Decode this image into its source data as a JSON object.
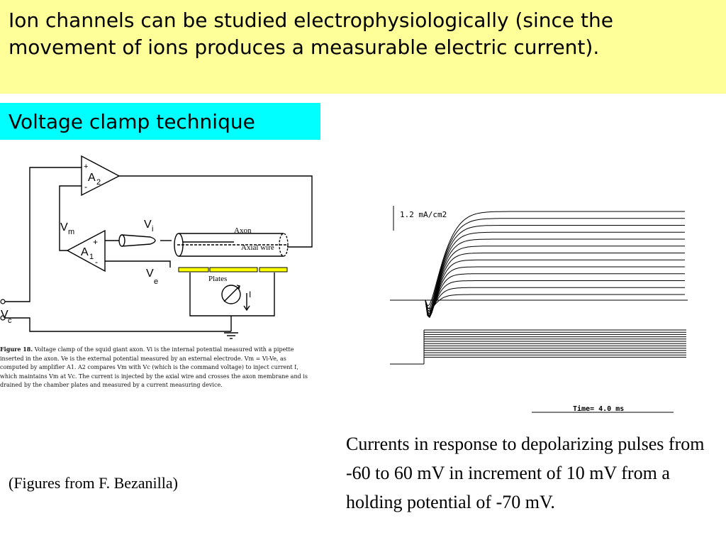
{
  "slide": {
    "title": "Ion channels can be studied electrophysiologically (since the movement of ions produces a measurable electric current).",
    "subtitle": "Voltage clamp technique",
    "credit": "(Figures from F. Bezanilla)",
    "description": "Currents in response to depolarizing pulses from -60 to 60 mV in increment of 10 mV from a holding potential of -70 mV."
  },
  "circuit": {
    "amp2_main": "A",
    "amp2_sub": "2",
    "amp1_main": "A",
    "amp1_sub": "1",
    "vm_main": "V",
    "vm_sub": "m",
    "vi_main": "V",
    "vi_sub": "i",
    "ve_main": "V",
    "ve_sub": "e",
    "vc_main": "V",
    "vc_sub": "c",
    "plus": "+",
    "minus": "-",
    "axon_label": "Axon",
    "axial_wire_label": "Axial wire",
    "plates_label": "Plates",
    "current_label": "I"
  },
  "caption": {
    "heading": "Figure 18.",
    "text": "Voltage clamp of the squid giant axon. Vi is the internal potential measured with a pipette inserted in the axon. Ve is the external potential measured by an external electrode. Vm = Vi-Ve, as computed by amplifier A1. A2 compares Vm with Vc (which is the command voltage) to inject current I, which maintains Vm at Vc. The current is injected by the axial wire and crosses the axon membrane and is drained by the chamber plates and measured by a current measuring device."
  },
  "recording": {
    "scale_label": "1.2 mA/cm2",
    "time_label": "Time=  4.0 ms"
  }
}
